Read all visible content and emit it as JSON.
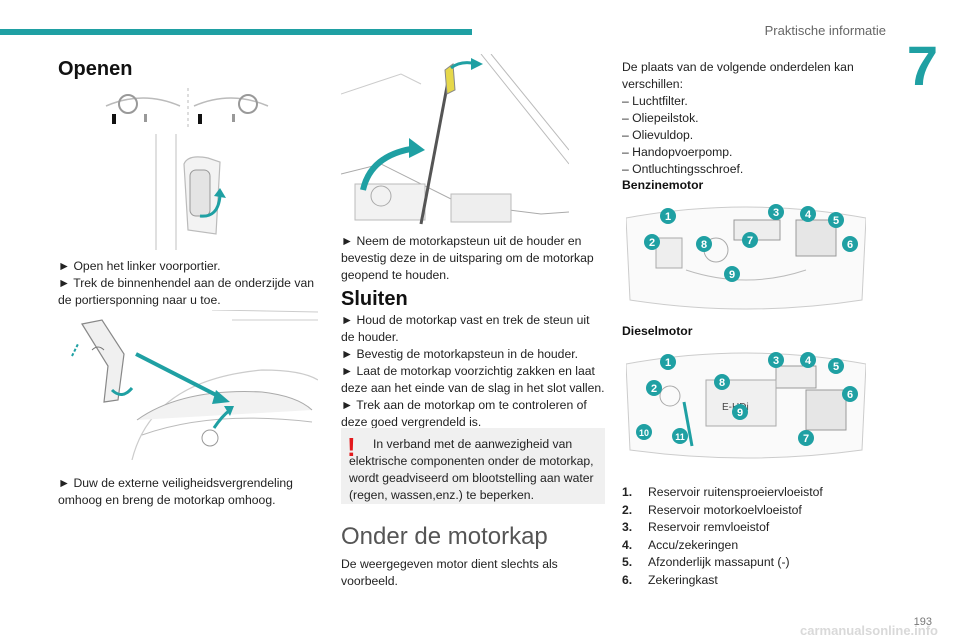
{
  "header": {
    "section_title": "Praktische informatie",
    "chapter_number": "7",
    "accent_color": "#1fa0a3"
  },
  "col1": {
    "heading": "Openen",
    "para1_line1": "► Open het linker voorportier.",
    "para1_line2": "► Trek de binnenhendel aan de onderzijde van de portiersponning naar u toe.",
    "para2": "► Duw de externe veiligheidsvergrendeling omhoog en breng de motorkap omhoog."
  },
  "col2": {
    "para_steun": "► Neem de motorkapsteun uit de houder en bevestig deze in de uitsparing om de motorkap geopend te houden.",
    "heading_sluiten": "Sluiten",
    "sluiten_lines": [
      "► Houd de motorkap vast en trek de steun uit de houder.",
      "► Bevestig de motorkapsteun in de houder.",
      "► Laat de motorkap voorzichtig zakken en laat deze aan het einde van de slag in het slot vallen.",
      "► Trek aan de motorkap om te controleren of deze goed vergrendeld is."
    ],
    "note_text": "In verband met de aanwezigheid van elektrische componenten onder de motorkap, wordt geadviseerd om blootstelling aan water (regen, wassen,enz.) te beperken.",
    "heading_onder": "Onder de motorkap",
    "onder_text": "De weergegeven motor dient slechts als voorbeeld."
  },
  "col3": {
    "intro": "De plaats van de volgende onderdelen kan verschillen:",
    "items": [
      "– Luchtfilter.",
      "– Oliepeilstok.",
      "– Olievuldop.",
      "– Handopvoerpomp.",
      "– Ontluchtingsschroef."
    ],
    "benzine_label": "Benzinemotor",
    "diesel_label": "Dieselmotor",
    "ehdi_label": "E-HDi",
    "benzine_markers": [
      "1",
      "2",
      "3",
      "4",
      "5",
      "6",
      "7",
      "8",
      "9"
    ],
    "diesel_markers": [
      "1",
      "2",
      "3",
      "4",
      "5",
      "6",
      "7",
      "8",
      "9",
      "10",
      "11"
    ],
    "legend": [
      {
        "n": "1.",
        "t": "Reservoir ruitensproeiervloeistof"
      },
      {
        "n": "2.",
        "t": "Reservoir motorkoelvloeistof"
      },
      {
        "n": "3.",
        "t": "Reservoir remvloeistof"
      },
      {
        "n": "4.",
        "t": "Accu/zekeringen"
      },
      {
        "n": "5.",
        "t": "Afzonderlijk massapunt (-)"
      },
      {
        "n": "6.",
        "t": "Zekeringkast"
      }
    ]
  },
  "footer": {
    "page_number": "193",
    "watermark": "carmanualsonline.info"
  }
}
